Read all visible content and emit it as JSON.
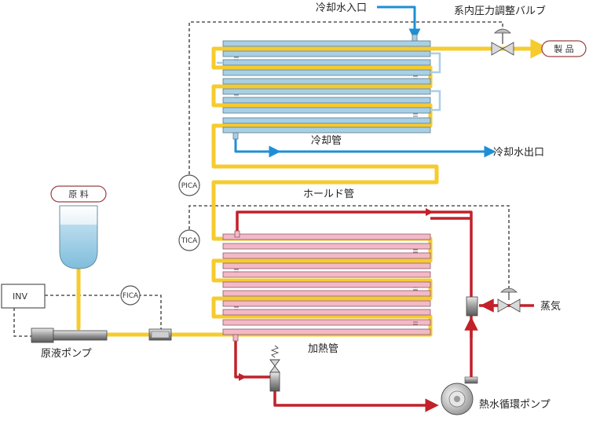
{
  "labels": {
    "cooling_water_inlet": "冷却水入口",
    "pressure_valve": "系内圧力調整バルブ",
    "product": "製 品",
    "cooling_tube": "冷却管",
    "cooling_water_outlet": "冷却水出口",
    "hold_tube": "ホールド管",
    "raw_material": "原 料",
    "inv": "INV",
    "fica": "FICA",
    "pica": "PICA",
    "tica": "TICA",
    "feed_pump": "原液ポンプ",
    "heating_tube": "加熱管",
    "steam": "蒸気",
    "hot_water_pump": "熱水循環ポンプ"
  },
  "colors": {
    "product_line": "#f6cb2e",
    "cooling_water": "#1e8fd6",
    "hot_water": "#c2212a",
    "cooling_tube_fill": "#a9cfe4",
    "heating_tube_fill": "#f3b9c6",
    "signal_line": "#333333"
  },
  "icons": {
    "pressure_valve": "control-valve-icon",
    "steam_valve": "control-valve-icon",
    "feed_pump": "positive-displacement-pump-icon",
    "hot_water_pump": "centrifugal-pump-icon",
    "raw_tank": "feed-tank-icon"
  }
}
